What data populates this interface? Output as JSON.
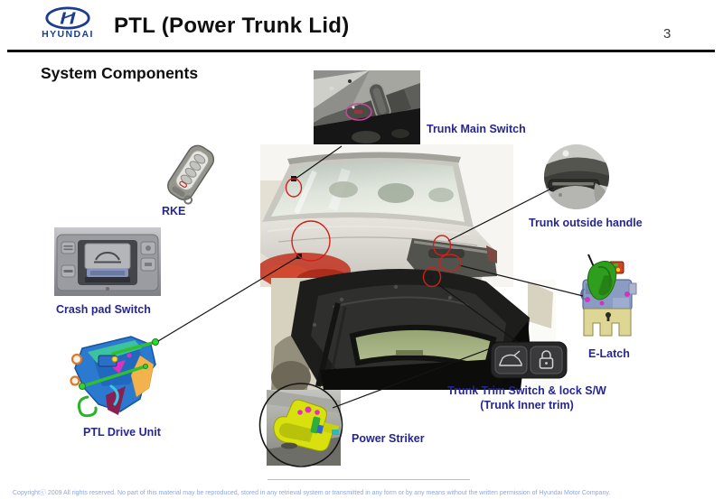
{
  "header": {
    "brand": "HYUNDAI",
    "title": "PTL (Power Trunk Lid)",
    "page_number": "3"
  },
  "slide": {
    "heading": "System Components"
  },
  "labels": {
    "trunk_main_switch": "Trunk Main Switch",
    "rke": "RKE",
    "trunk_outside_handle": "Trunk outside handle",
    "crash_pad_switch": "Crash pad Switch",
    "e_latch": "E-Latch",
    "ptl_drive_unit": "PTL Drive Unit",
    "trunk_trim_switch_line1": "Trunk Trim Switch & lock S/W",
    "trunk_trim_switch_line2": "(Trunk Inner trim)",
    "power_striker": "Power Striker"
  },
  "footer": {
    "copyright": "Copyrightⓒ 2009 All rights reserved. No part of this material may be reproduced, stored in any retrieval system or transmitted in any form or by any means without the written permission of Hyundai Motor Company."
  },
  "colors": {
    "brand_blue": "#1b3d8f",
    "label_navy": "#26268f",
    "annotation_red": "#d02018",
    "annotation_magenta": "#c84898",
    "copyright_blue": "#8ca8e0"
  },
  "icons": [
    {
      "name": "hyundai-logo",
      "meaning": "Hyundai brand oval H mark"
    },
    {
      "name": "trunk-open-icon",
      "meaning": "trunk release button glyph"
    },
    {
      "name": "lock-icon",
      "meaning": "lock button glyph"
    }
  ]
}
